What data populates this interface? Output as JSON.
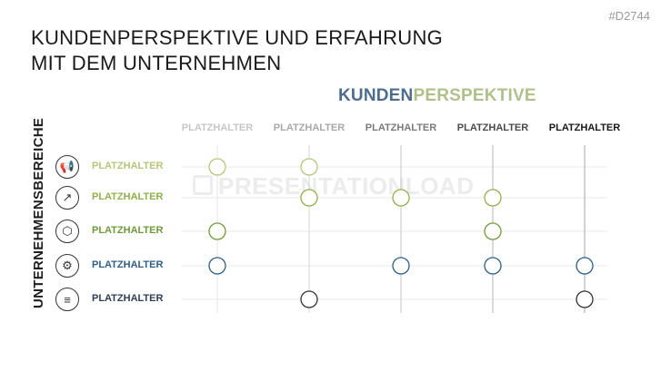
{
  "code": "#D2744",
  "title_lines": [
    "KUNDENPERSPEKTIVE UND ERFAHRUNG",
    "MIT DEM UNTERNEHMEN"
  ],
  "perspective": {
    "part1": "KUNDEN",
    "part2": "PERSPEKTIVE"
  },
  "row_axis_label": "UNTERNEHMENSBEREICHE",
  "watermark": "PRESENTATIONLOAD",
  "columns": [
    {
      "label": "PLATZHALTER",
      "color": "#c6c6c6"
    },
    {
      "label": "PLATZHALTER",
      "color": "#a8a8a8"
    },
    {
      "label": "PLATZHALTER",
      "color": "#7a7a7a"
    },
    {
      "label": "PLATZHALTER",
      "color": "#4a4a4a"
    },
    {
      "label": "PLATZHALTER",
      "color": "#1a1a1a"
    }
  ],
  "rows": [
    {
      "label": "PLATZHALTER",
      "icon": "megaphone-icon",
      "glyph": "📢",
      "color": "#b3c77a"
    },
    {
      "label": "PLATZHALTER",
      "icon": "chart-growth-icon",
      "glyph": "↗",
      "color": "#8fb04a"
    },
    {
      "label": "PLATZHALTER",
      "icon": "box-icon",
      "glyph": "⬡",
      "color": "#6f9a3a"
    },
    {
      "label": "PLATZHALTER",
      "icon": "gears-icon",
      "glyph": "⚙",
      "color": "#2e5f86"
    },
    {
      "label": "PLATZHALTER",
      "icon": "stack-icon",
      "glyph": "≡",
      "color": "#2b3f55"
    }
  ],
  "markers": [
    {
      "row": 0,
      "col": 0,
      "color": "#b3c77a"
    },
    {
      "row": 0,
      "col": 1,
      "color": "#b3c77a"
    },
    {
      "row": 1,
      "col": 1,
      "color": "#8fb04a"
    },
    {
      "row": 1,
      "col": 2,
      "color": "#8fb04a"
    },
    {
      "row": 1,
      "col": 3,
      "color": "#8fb04a"
    },
    {
      "row": 2,
      "col": 0,
      "color": "#6f9a3a"
    },
    {
      "row": 2,
      "col": 3,
      "color": "#6f9a3a"
    },
    {
      "row": 3,
      "col": 0,
      "color": "#2e5f86"
    },
    {
      "row": 3,
      "col": 2,
      "color": "#2e5f86"
    },
    {
      "row": 3,
      "col": 3,
      "color": "#2e5f86"
    },
    {
      "row": 3,
      "col": 4,
      "color": "#2e5f86"
    },
    {
      "row": 4,
      "col": 1,
      "color": "#333333"
    },
    {
      "row": 4,
      "col": 4,
      "color": "#333333"
    }
  ]
}
